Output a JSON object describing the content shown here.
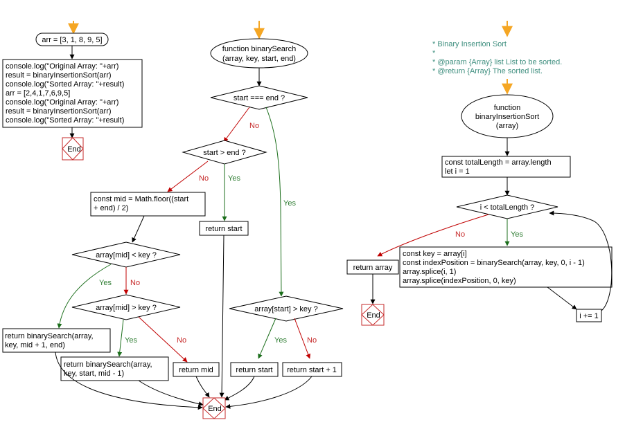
{
  "main_flow": {
    "init": "arr = [3, 1, 8, 9, 5]",
    "statements": [
      "console.log(\"Original Array: \"+arr)",
      "result = binaryInsertionSort(arr)",
      "console.log(\"Sorted Array: \"+result)",
      "arr = [2,4,1,7,6,9,5]",
      "console.log(\"Original Array: \"+arr)",
      "result = binaryInsertionSort(arr)",
      "console.log(\"Sorted Array: \"+result)"
    ],
    "end": "End"
  },
  "binary_search": {
    "start_lines": [
      "function binarySearch",
      "(array, key, start, end)"
    ],
    "cond_equal": "start === end ?",
    "cond_greater": "start > end ?",
    "mid_lines": [
      "const mid = Math.floor((start",
      "+ end) / 2)"
    ],
    "return_start_1": "return start",
    "cond_mid_less": "array[mid] < key ?",
    "cond_mid_greater": "array[mid] > key ?",
    "return_right_lines": [
      "return binarySearch(array,",
      "key, mid + 1, end)"
    ],
    "return_left_lines": [
      "return binarySearch(array,",
      "key, start, mid - 1)"
    ],
    "return_mid": "return mid",
    "cond_start_key": "array[start] > key ?",
    "return_start_2": "return start",
    "return_start_plus": "return start + 1",
    "end": "End"
  },
  "insertion_sort": {
    "comment_lines": [
      "* Binary Insertion Sort",
      "*",
      "* @param {Array} list List to be sorted.",
      "* @return {Array} The sorted list."
    ],
    "start_lines": [
      "function",
      "binaryInsertionSort",
      "(array)"
    ],
    "init_lines": [
      "const totalLength = array.length",
      "let i = 1"
    ],
    "cond_loop": "i < totalLength ?",
    "body_lines": [
      "const key = array[i]",
      "const indexPosition = binarySearch(array, key, 0, i - 1)",
      "array.splice(i, 1)",
      "array.splice(indexPosition, 0, key)"
    ],
    "increment": "i += 1",
    "return_array": "return array",
    "end": "End"
  },
  "labels": {
    "yes": "Yes",
    "no": "No"
  },
  "colors": {
    "entry_arrow": "#f5a623",
    "yes": "#1b6e1b",
    "no": "#c00000",
    "end_border": "#c62828",
    "comment": "#3f8f7f"
  }
}
